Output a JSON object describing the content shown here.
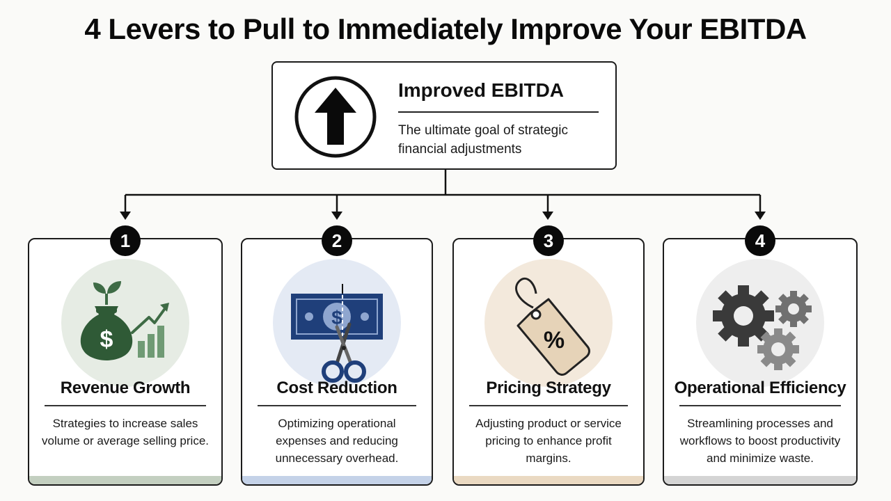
{
  "title": "4 Levers to Pull to Immediately Improve Your EBITDA",
  "goal": {
    "heading": "Improved EBITDA",
    "description": "The ultimate goal of strategic financial adjustments",
    "icon": "arrow-up-icon"
  },
  "levers": [
    {
      "number": "1",
      "title": "Revenue Growth",
      "description": "Strategies to increase sales volume or average selling price.",
      "icon": "money-bag-growth-icon",
      "color": "#3e6b45",
      "circle_color": "#e6ece4",
      "strip_color": "#c3cfc0"
    },
    {
      "number": "2",
      "title": "Cost Reduction",
      "description": "Optimizing operational expenses and reducing unnecessary overhead.",
      "icon": "scissors-banknote-icon",
      "color": "#4a6fa5",
      "circle_color": "#e4eaf4",
      "strip_color": "#c4d2e8"
    },
    {
      "number": "3",
      "title": "Pricing Strategy",
      "description": "Adjusting product or service pricing to enhance profit margins.",
      "icon": "price-tag-percent-icon",
      "color": "#c9a77f",
      "circle_color": "#f3e9dc",
      "strip_color": "#ead9c2"
    },
    {
      "number": "4",
      "title": "Operational Efficiency",
      "description": "Streamlining processes and workflows to boost productivity and minimize waste.",
      "icon": "gears-icon",
      "color": "#555555",
      "circle_color": "#eeeeee",
      "strip_color": "#d4d4d4"
    }
  ]
}
